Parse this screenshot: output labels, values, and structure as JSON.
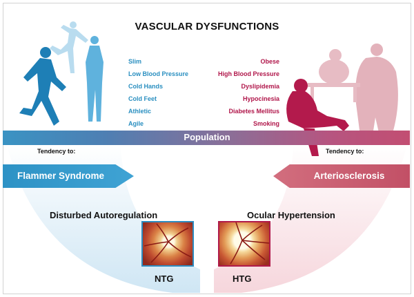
{
  "title": "VASCULAR DYSFUNCTIONS",
  "left_traits": [
    "Slim",
    "Low Blood Pressure",
    "Cold Hands",
    "Cold Feet",
    "Athletic",
    "Agile"
  ],
  "right_traits": [
    "Obese",
    "High Blood Pressure",
    "Dyslipidemia",
    "Hypocinesia",
    "Diabetes Mellitus",
    "Smoking"
  ],
  "population_label": "Population",
  "tendency_left": "Tendency to:",
  "tendency_right": "Tendency to:",
  "left_condition": "Flammer Syndrome",
  "right_condition": "Arteriosclerosis",
  "left_mechanism": "Disturbed Autoregulation",
  "right_mechanism": "Ocular Hypertension",
  "left_diagnosis": "NTG",
  "right_diagnosis": "HTG",
  "colors": {
    "left_accent": "#2d92c5",
    "right_accent": "#c24e72",
    "lean_text": "#2a8fc0",
    "risk_text": "#b0164a"
  },
  "icons": [
    "runner-silhouette",
    "dancer-silhouette",
    "standing-woman-silhouette",
    "seated-obese-person-silhouette",
    "standing-obese-man-silhouette",
    "optic-disc-photo"
  ]
}
